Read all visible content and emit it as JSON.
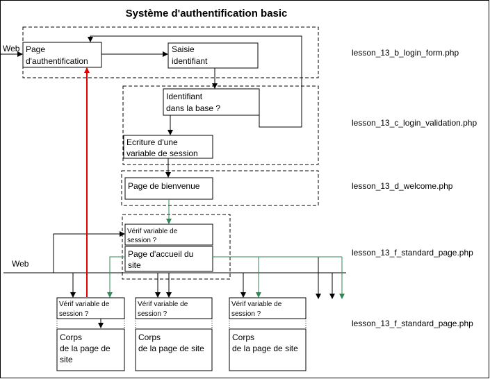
{
  "title": "Système d'authentification basic",
  "labels": {
    "web_top": "Web",
    "web_mid": "Web"
  },
  "boxes": {
    "page_auth": [
      "Page",
      "d'authentification"
    ],
    "saisie": [
      "Saisie",
      "identifiant"
    ],
    "identifiant": [
      "Identifiant",
      "dans la base ?"
    ],
    "ecriture": [
      "Ecriture d'une",
      "variable de session"
    ],
    "bienvenue": [
      "Page de bienvenue"
    ],
    "verif_main": [
      "Vérif variable de",
      "session ?"
    ],
    "accueil": [
      "Page d'accueil du",
      "site"
    ],
    "verif_1": [
      "Vérif variable de",
      "session ?"
    ],
    "corps_1": [
      "Corps",
      "de la page de",
      "site"
    ],
    "verif_2": [
      "Vérif variable de",
      "session ?"
    ],
    "corps_2": [
      "Corps",
      "de la page de site"
    ],
    "verif_3": [
      "Vérif variable de",
      "session ?"
    ],
    "corps_3": [
      "Corps",
      "de la page de site"
    ]
  },
  "files": {
    "login_form": "lesson_13_b_login_form.php",
    "login_validation": "lesson_13_c_login_validation.php",
    "welcome": "lesson_13_d_welcome.php",
    "standard_1": "lesson_13_f_standard_page.php",
    "standard_2": "lesson_13_f_standard_page.php"
  },
  "colors": {
    "line": "#000000",
    "red": "#e00000",
    "green": "#2e8b57",
    "box_fill": "#ffffff"
  }
}
